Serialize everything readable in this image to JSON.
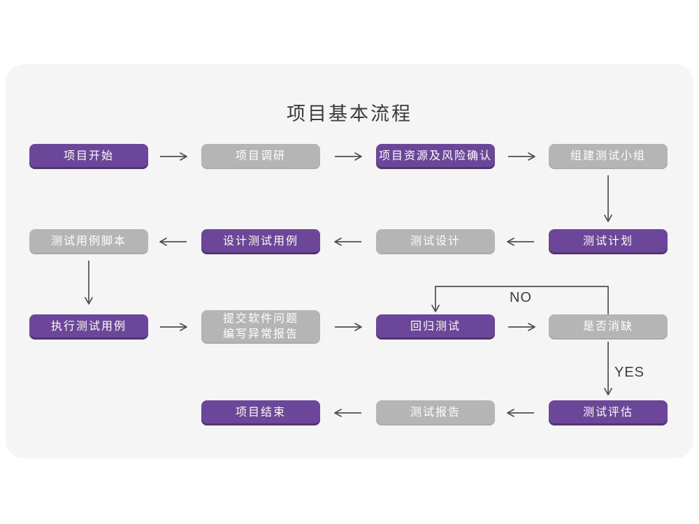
{
  "title": "项目基本流程",
  "colors": {
    "accent_purple": "#6c4699",
    "node_gray": "#b5b5b5",
    "card_background": "#f5f5f6",
    "arrow": "#4d4d4d",
    "node_text": "#ffffff",
    "title_text": "#3a3a3a"
  },
  "nodes": [
    {
      "id": "project-start",
      "label": "项目开始",
      "variant": "purple"
    },
    {
      "id": "project-research",
      "label": "项目调研",
      "variant": "gray"
    },
    {
      "id": "resources-risk",
      "label": "项目资源及风险确认",
      "variant": "purple"
    },
    {
      "id": "build-test-team",
      "label": "组建测试小组",
      "variant": "gray"
    },
    {
      "id": "test-plan",
      "label": "测试计划",
      "variant": "purple"
    },
    {
      "id": "test-design",
      "label": "测试设计",
      "variant": "gray"
    },
    {
      "id": "design-test-cases",
      "label": "设计测试用例",
      "variant": "purple"
    },
    {
      "id": "test-case-script",
      "label": "测试用例脚本",
      "variant": "gray"
    },
    {
      "id": "execute-test-cases",
      "label": "执行测试用例",
      "variant": "purple"
    },
    {
      "id": "submit-issues",
      "label": "提交软件问题\n编写异常报告",
      "variant": "gray"
    },
    {
      "id": "regression-test",
      "label": "回归测试",
      "variant": "purple"
    },
    {
      "id": "defects-cleared",
      "label": "是否消缺",
      "variant": "gray"
    },
    {
      "id": "test-evaluation",
      "label": "测试评估",
      "variant": "purple"
    },
    {
      "id": "test-report",
      "label": "测试报告",
      "variant": "gray"
    },
    {
      "id": "project-end",
      "label": "项目结束",
      "variant": "purple"
    }
  ],
  "edge_labels": {
    "no": "NO",
    "yes": "YES"
  }
}
